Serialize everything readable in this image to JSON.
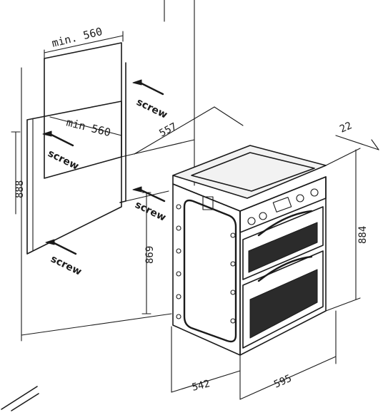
{
  "labels": {
    "min_560_top": "min. 560",
    "min_560_mid": "min 560",
    "depth_557": "557",
    "side_22": "22",
    "height_888": "888",
    "height_869": "869",
    "height_884": "884",
    "width_542": "542",
    "width_595": "595",
    "screw_1": "screw",
    "screw_2": "screw",
    "screw_3": "screw",
    "screw_4": "screw"
  }
}
